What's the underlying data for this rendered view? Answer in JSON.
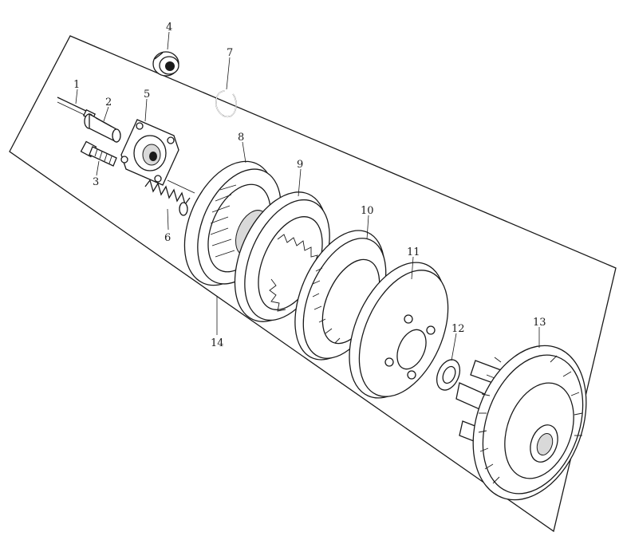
{
  "callouts": [
    {
      "id": "p1",
      "label": "1"
    },
    {
      "id": "p2",
      "label": "2"
    },
    {
      "id": "p3",
      "label": "3"
    },
    {
      "id": "p4",
      "label": "4"
    },
    {
      "id": "p5",
      "label": "5"
    },
    {
      "id": "p6",
      "label": "6"
    },
    {
      "id": "p7",
      "label": "7"
    },
    {
      "id": "p8",
      "label": "8"
    },
    {
      "id": "p9",
      "label": "9"
    },
    {
      "id": "p10",
      "label": "10"
    },
    {
      "id": "p11",
      "label": "11"
    },
    {
      "id": "p12",
      "label": "12"
    },
    {
      "id": "p13",
      "label": "13"
    },
    {
      "id": "p14",
      "label": "14"
    }
  ]
}
